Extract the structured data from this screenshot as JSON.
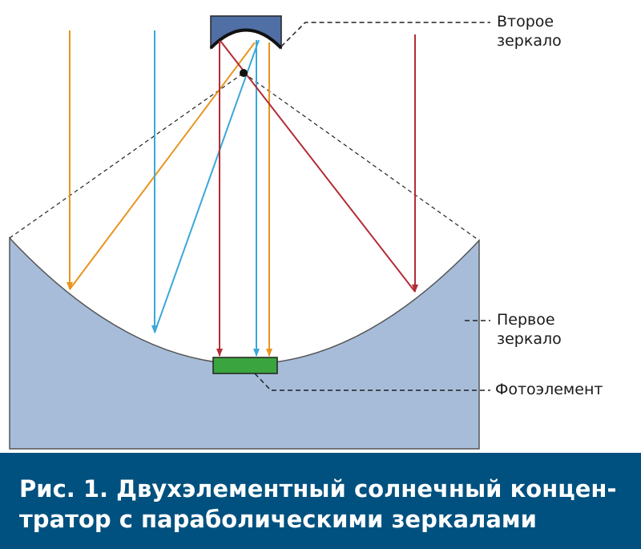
{
  "labels": {
    "second_mirror": "Второе\nзеркало",
    "first_mirror": "Первое\nзеркало",
    "photocell": "Фотоэлемент"
  },
  "caption": "Рис. 1. Двухэлементный солнечный концен-\nтратор с параболическими зеркалами",
  "colors": {
    "orange_ray": "#e8951f",
    "blue_ray": "#3aa8d8",
    "red_ray": "#b32d35",
    "first_mirror_fill": "#a6bcd9",
    "second_mirror_fill": "#4f6fa5",
    "photocell_fill": "#3aa53f",
    "caption_bg": "#00517f"
  }
}
